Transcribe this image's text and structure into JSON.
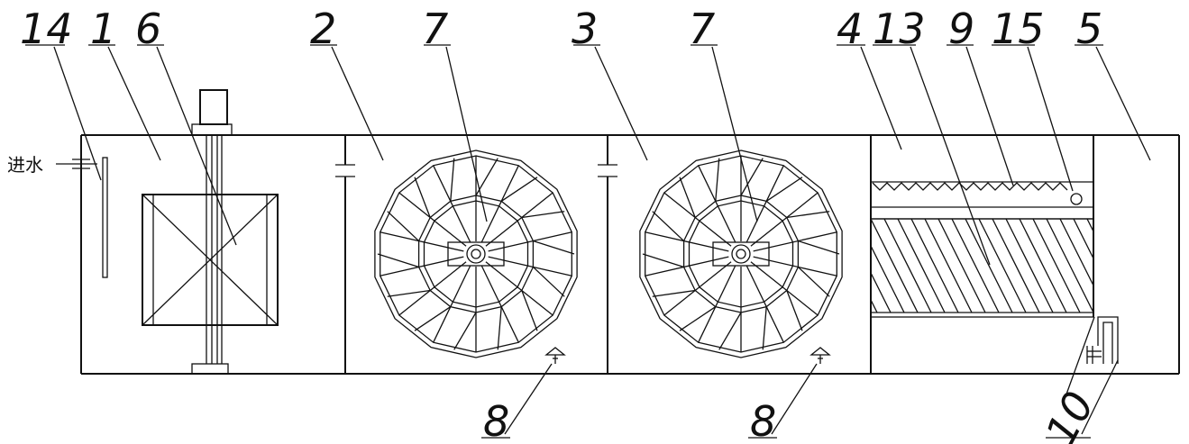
{
  "inlet_text": "进水",
  "labels": {
    "n14": "14",
    "n1": "1",
    "n6": "6",
    "n2": "2",
    "n7a": "7",
    "n3": "3",
    "n7b": "7",
    "n4": "4",
    "n13": "13",
    "n9": "9",
    "n15": "15",
    "n5": "5",
    "n8a": "8",
    "n8b": "8",
    "n10": "10"
  }
}
